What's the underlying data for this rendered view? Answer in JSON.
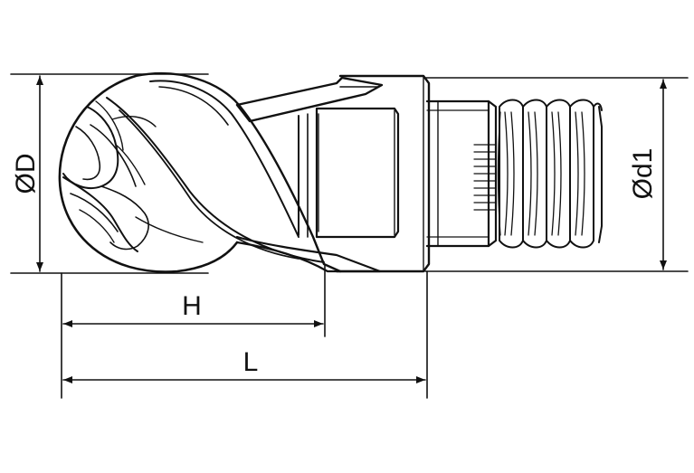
{
  "dimensions": {
    "D": "ØD",
    "d1": "Ød1",
    "H": "H",
    "L": "L"
  },
  "colors": {
    "line": "#111111",
    "background": "#ffffff"
  }
}
